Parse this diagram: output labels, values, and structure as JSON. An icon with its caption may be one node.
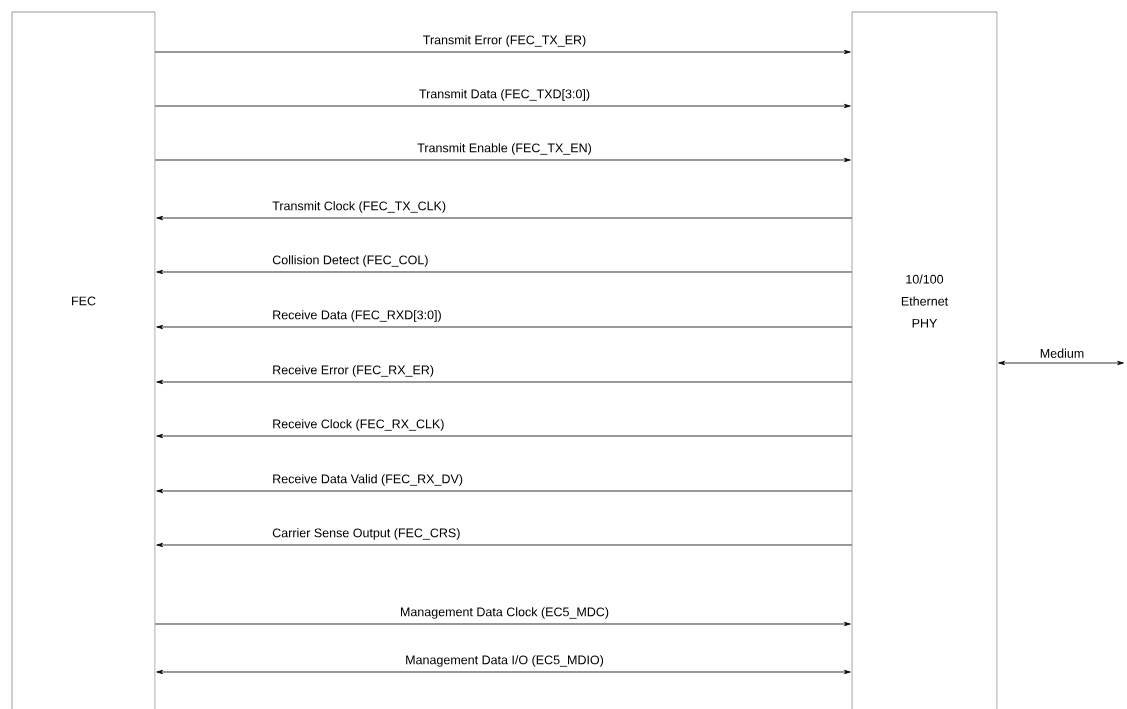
{
  "diagram": {
    "nodes": [
      {
        "text": [
          "FEC"
        ]
      },
      {
        "text": [
          "10/100 Ethernet PHY"
        ]
      }
    ],
    "edges": [
      {
        "from": 0,
        "to": 1,
        "arrow": "to",
        "label": "Transmit Error (FEC_TX_ER)"
      },
      {
        "from": 0,
        "to": 1,
        "arrow": "to",
        "label": "Transmit Data (FEC_TXD[3:0])"
      },
      {
        "from": 0,
        "to": 1,
        "arrow": "to",
        "label": "Transmit Enable (FEC_TX_EN)"
      },
      {
        "from": 1,
        "to": 0,
        "arrow": "to",
        "label": "Transmit Clock (FEC_TX_CLK)"
      },
      {
        "from": 1,
        "to": 0,
        "arrow": "to",
        "label": "Collision Detect (FEC_COL)"
      },
      {
        "from": 1,
        "to": 0,
        "arrow": "to",
        "label": "Receive Data (FEC_RXD[3:0])"
      },
      {
        "from": 1,
        "to": 0,
        "arrow": "to",
        "label": "Receive Error (FEC_RX_ER)"
      },
      {
        "from": 1,
        "to": 0,
        "arrow": "to",
        "label": "Receive Clock (FEC_RX_CLK)"
      },
      {
        "from": 1,
        "to": 0,
        "arrow": "to",
        "label": "Receive Data Valid (FEC_RX_DV)"
      },
      {
        "from": 1,
        "to": 0,
        "arrow": "to",
        "label": "Carrier Sense Output (FEC_CRS)"
      },
      {
        "from": 0,
        "to": 1,
        "arrow": "to",
        "label": "Management Data Clock (EC5_MDC)"
      },
      {
        "from": 0,
        "to": 1,
        "arrow": "both",
        "label": "Management Data I/O (EC5_MDIO)"
      },
      {
        "from": 1,
        "to": null,
        "arrow": "both",
        "label": "Medium"
      }
    ]
  }
}
